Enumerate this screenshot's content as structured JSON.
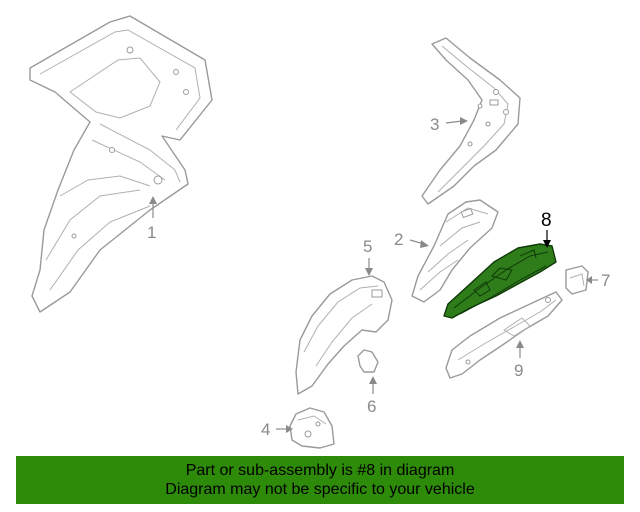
{
  "callouts": {
    "c1": "1",
    "c2": "2",
    "c3": "3",
    "c4": "4",
    "c5": "5",
    "c6": "6",
    "c7": "7",
    "c8": "8",
    "c9": "9"
  },
  "highlighted_part": "8",
  "colors": {
    "highlight": "#2e7d1a",
    "banner": "#2e8b0a",
    "line_art": "#9a9a9a"
  },
  "banner": {
    "line1": "Part or sub-assembly is #8 in diagram",
    "line2": "Diagram may not be specific to your vehicle"
  }
}
